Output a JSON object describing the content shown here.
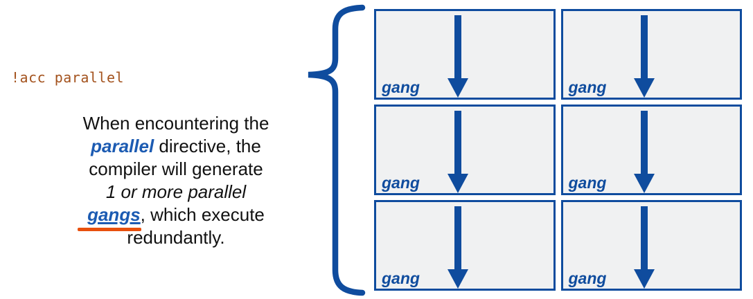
{
  "colors": {
    "diagram_blue": "#0f4c9e",
    "keyword_blue": "#1c5bb2",
    "underline_orange": "#e8500d",
    "code_brown": "#a3521d",
    "box_fill": "#f0f1f2",
    "text_black": "#111111",
    "background": "#ffffff"
  },
  "code_label": "!acc parallel",
  "paragraph": {
    "line1": "When encountering the",
    "line2_parallel": "parallel",
    "line2_rest": " directive,  the",
    "line3": "compiler will generate",
    "line4": "1 or more parallel",
    "line5_gangs": "gangs",
    "line5_rest": ", which execute",
    "line6": "redundantly."
  },
  "grid": {
    "rows": 3,
    "cols": 2,
    "boxes": [
      {
        "label": "gang"
      },
      {
        "label": "gang"
      },
      {
        "label": "gang"
      },
      {
        "label": "gang"
      },
      {
        "label": "gang"
      },
      {
        "label": "gang"
      }
    ]
  }
}
